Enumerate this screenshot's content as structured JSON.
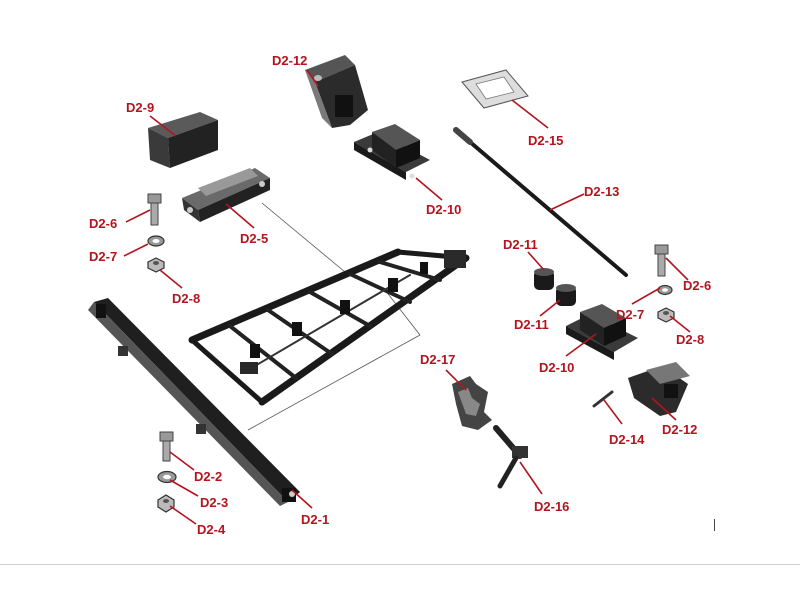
{
  "diagram": {
    "colors": {
      "label": "#b4141e",
      "leader": "#b4141e",
      "part": "#2b2b2b",
      "part_dark": "#111111",
      "part_light": "#7a7a7a",
      "metal": "#a8a8a8",
      "background": "#ffffff"
    },
    "labels": [
      {
        "id": "D2-12-top",
        "text": "D2-12"
      },
      {
        "id": "D2-9",
        "text": "D2-9"
      },
      {
        "id": "D2-15",
        "text": "D2-15"
      },
      {
        "id": "D2-10-top",
        "text": "D2-10"
      },
      {
        "id": "D2-13",
        "text": "D2-13"
      },
      {
        "id": "D2-6-left",
        "text": "D2-6"
      },
      {
        "id": "D2-5",
        "text": "D2-5"
      },
      {
        "id": "D2-7-left",
        "text": "D2-7"
      },
      {
        "id": "D2-8-left",
        "text": "D2-8"
      },
      {
        "id": "D2-11-top",
        "text": "D2-11"
      },
      {
        "id": "D2-6-right",
        "text": "D2-6"
      },
      {
        "id": "D2-7-right",
        "text": "D2-7"
      },
      {
        "id": "D2-11-bottom",
        "text": "D2-11"
      },
      {
        "id": "D2-8-right",
        "text": "D2-8"
      },
      {
        "id": "D2-10-bottom",
        "text": "D2-10"
      },
      {
        "id": "D2-17",
        "text": "D2-17"
      },
      {
        "id": "D2-14",
        "text": "D2-14"
      },
      {
        "id": "D2-12-bottom",
        "text": "D2-12"
      },
      {
        "id": "D2-2",
        "text": "D2-2"
      },
      {
        "id": "D2-3",
        "text": "D2-3"
      },
      {
        "id": "D2-1",
        "text": "D2-1"
      },
      {
        "id": "D2-4",
        "text": "D2-4"
      },
      {
        "id": "D2-16",
        "text": "D2-16"
      }
    ]
  }
}
